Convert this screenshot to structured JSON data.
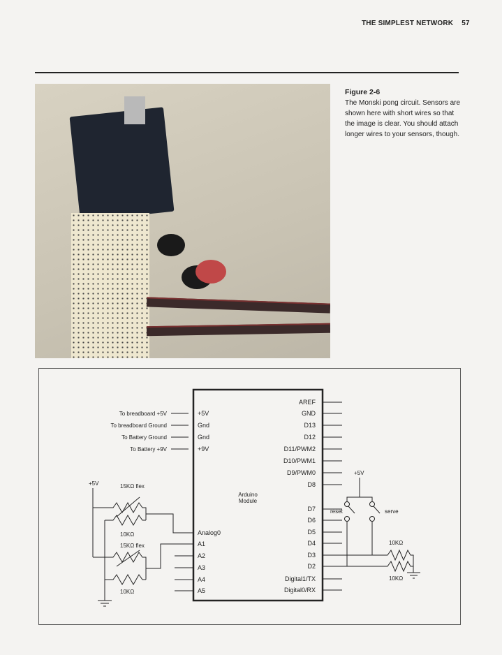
{
  "header": {
    "section_title": "THE SIMPLEST NETWORK",
    "page_number": "57"
  },
  "figure": {
    "label": "Figure 2-6",
    "caption": "The Monski pong circuit. Sensors are shown here with short wires so that the image is clear. You should attach longer wires to your sensors, though."
  },
  "schematic": {
    "module_label": [
      "Arduino",
      "Module"
    ],
    "left_connections": [
      "To breadboard +5V",
      "To breadboard  Ground",
      "To Battery Ground",
      "To Battery +9V"
    ],
    "left_pins_power": [
      "+5V",
      "Gnd",
      "Gnd",
      "+9V"
    ],
    "left_pins_analog": [
      "Analog0",
      "A1",
      "A2",
      "A3",
      "A4",
      "A5"
    ],
    "right_pins": [
      "AREF",
      "GND",
      "D13",
      "D12",
      "D11/PWM2",
      "D10/PWM1",
      "D9/PWM0",
      "D8",
      "D7",
      "D6",
      "D5",
      "D4",
      "D3",
      "D2",
      "Digital1/TX",
      "Digital0/RX"
    ],
    "supply_left": "+5V",
    "supply_right": "+5V",
    "flex1": "15KΩ flex",
    "res1": "10KΩ",
    "flex2": "15KΩ flex",
    "res2": "10KΩ",
    "switch_reset": "reset",
    "switch_serve": "serve",
    "pulldown1": "10KΩ",
    "pulldown2": "10KΩ"
  }
}
